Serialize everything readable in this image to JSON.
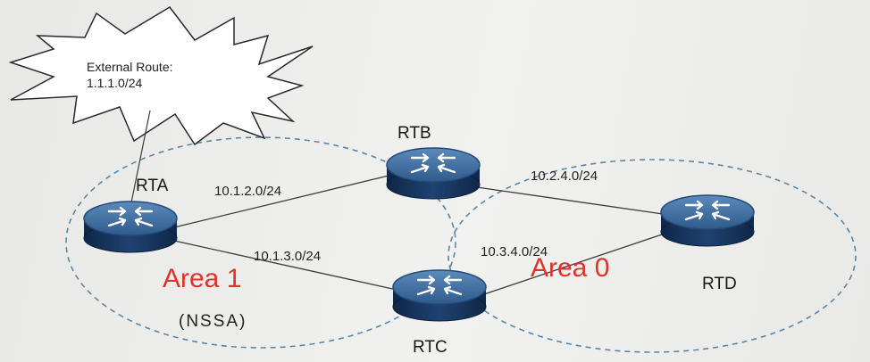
{
  "external_route": {
    "title": "External Route:",
    "prefix": "1.1.1.0/24"
  },
  "routers": {
    "rta": "RTA",
    "rtb": "RTB",
    "rtc": "RTC",
    "rtd": "RTD"
  },
  "links": {
    "rta_rtb": "10.1.2.0/24",
    "rta_rtc": "10.1.3.0/24",
    "rtb_rtd": "10.2.4.0/24",
    "rtc_rtd": "10.3.4.0/24"
  },
  "areas": {
    "area1": "Area 1",
    "area1_type": "(NSSA)",
    "area0": "Area 0"
  },
  "colors": {
    "area_label": "#e0312a",
    "area_border": "#5b86a6",
    "router_top": "#3f6c9c",
    "router_body": "#15305a",
    "link": "#3c3c3c"
  }
}
